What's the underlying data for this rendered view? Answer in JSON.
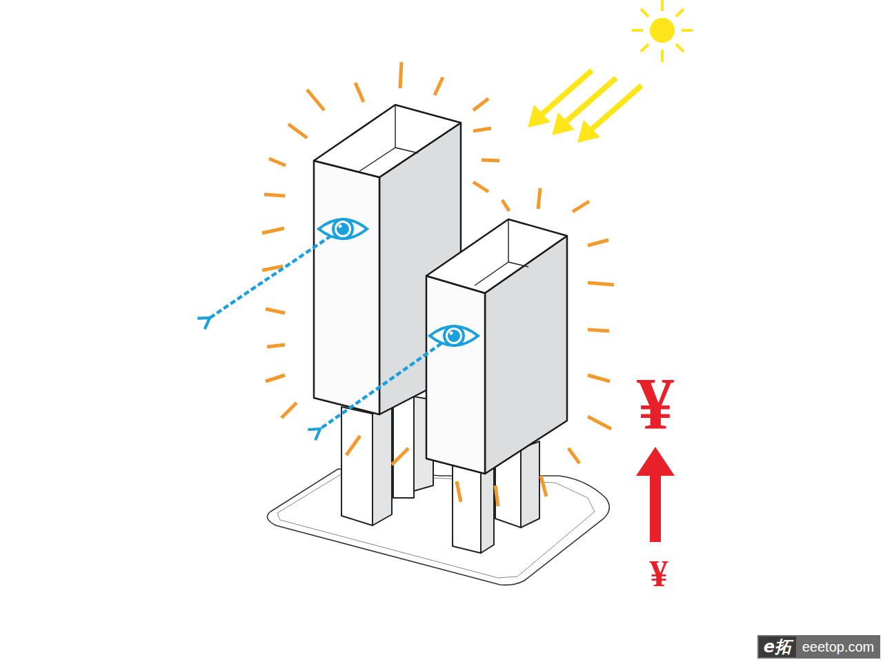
{
  "diagram": {
    "labels": [
      "¥",
      "¥",
      "e拓",
      "eeetop.com"
    ]
  }
}
